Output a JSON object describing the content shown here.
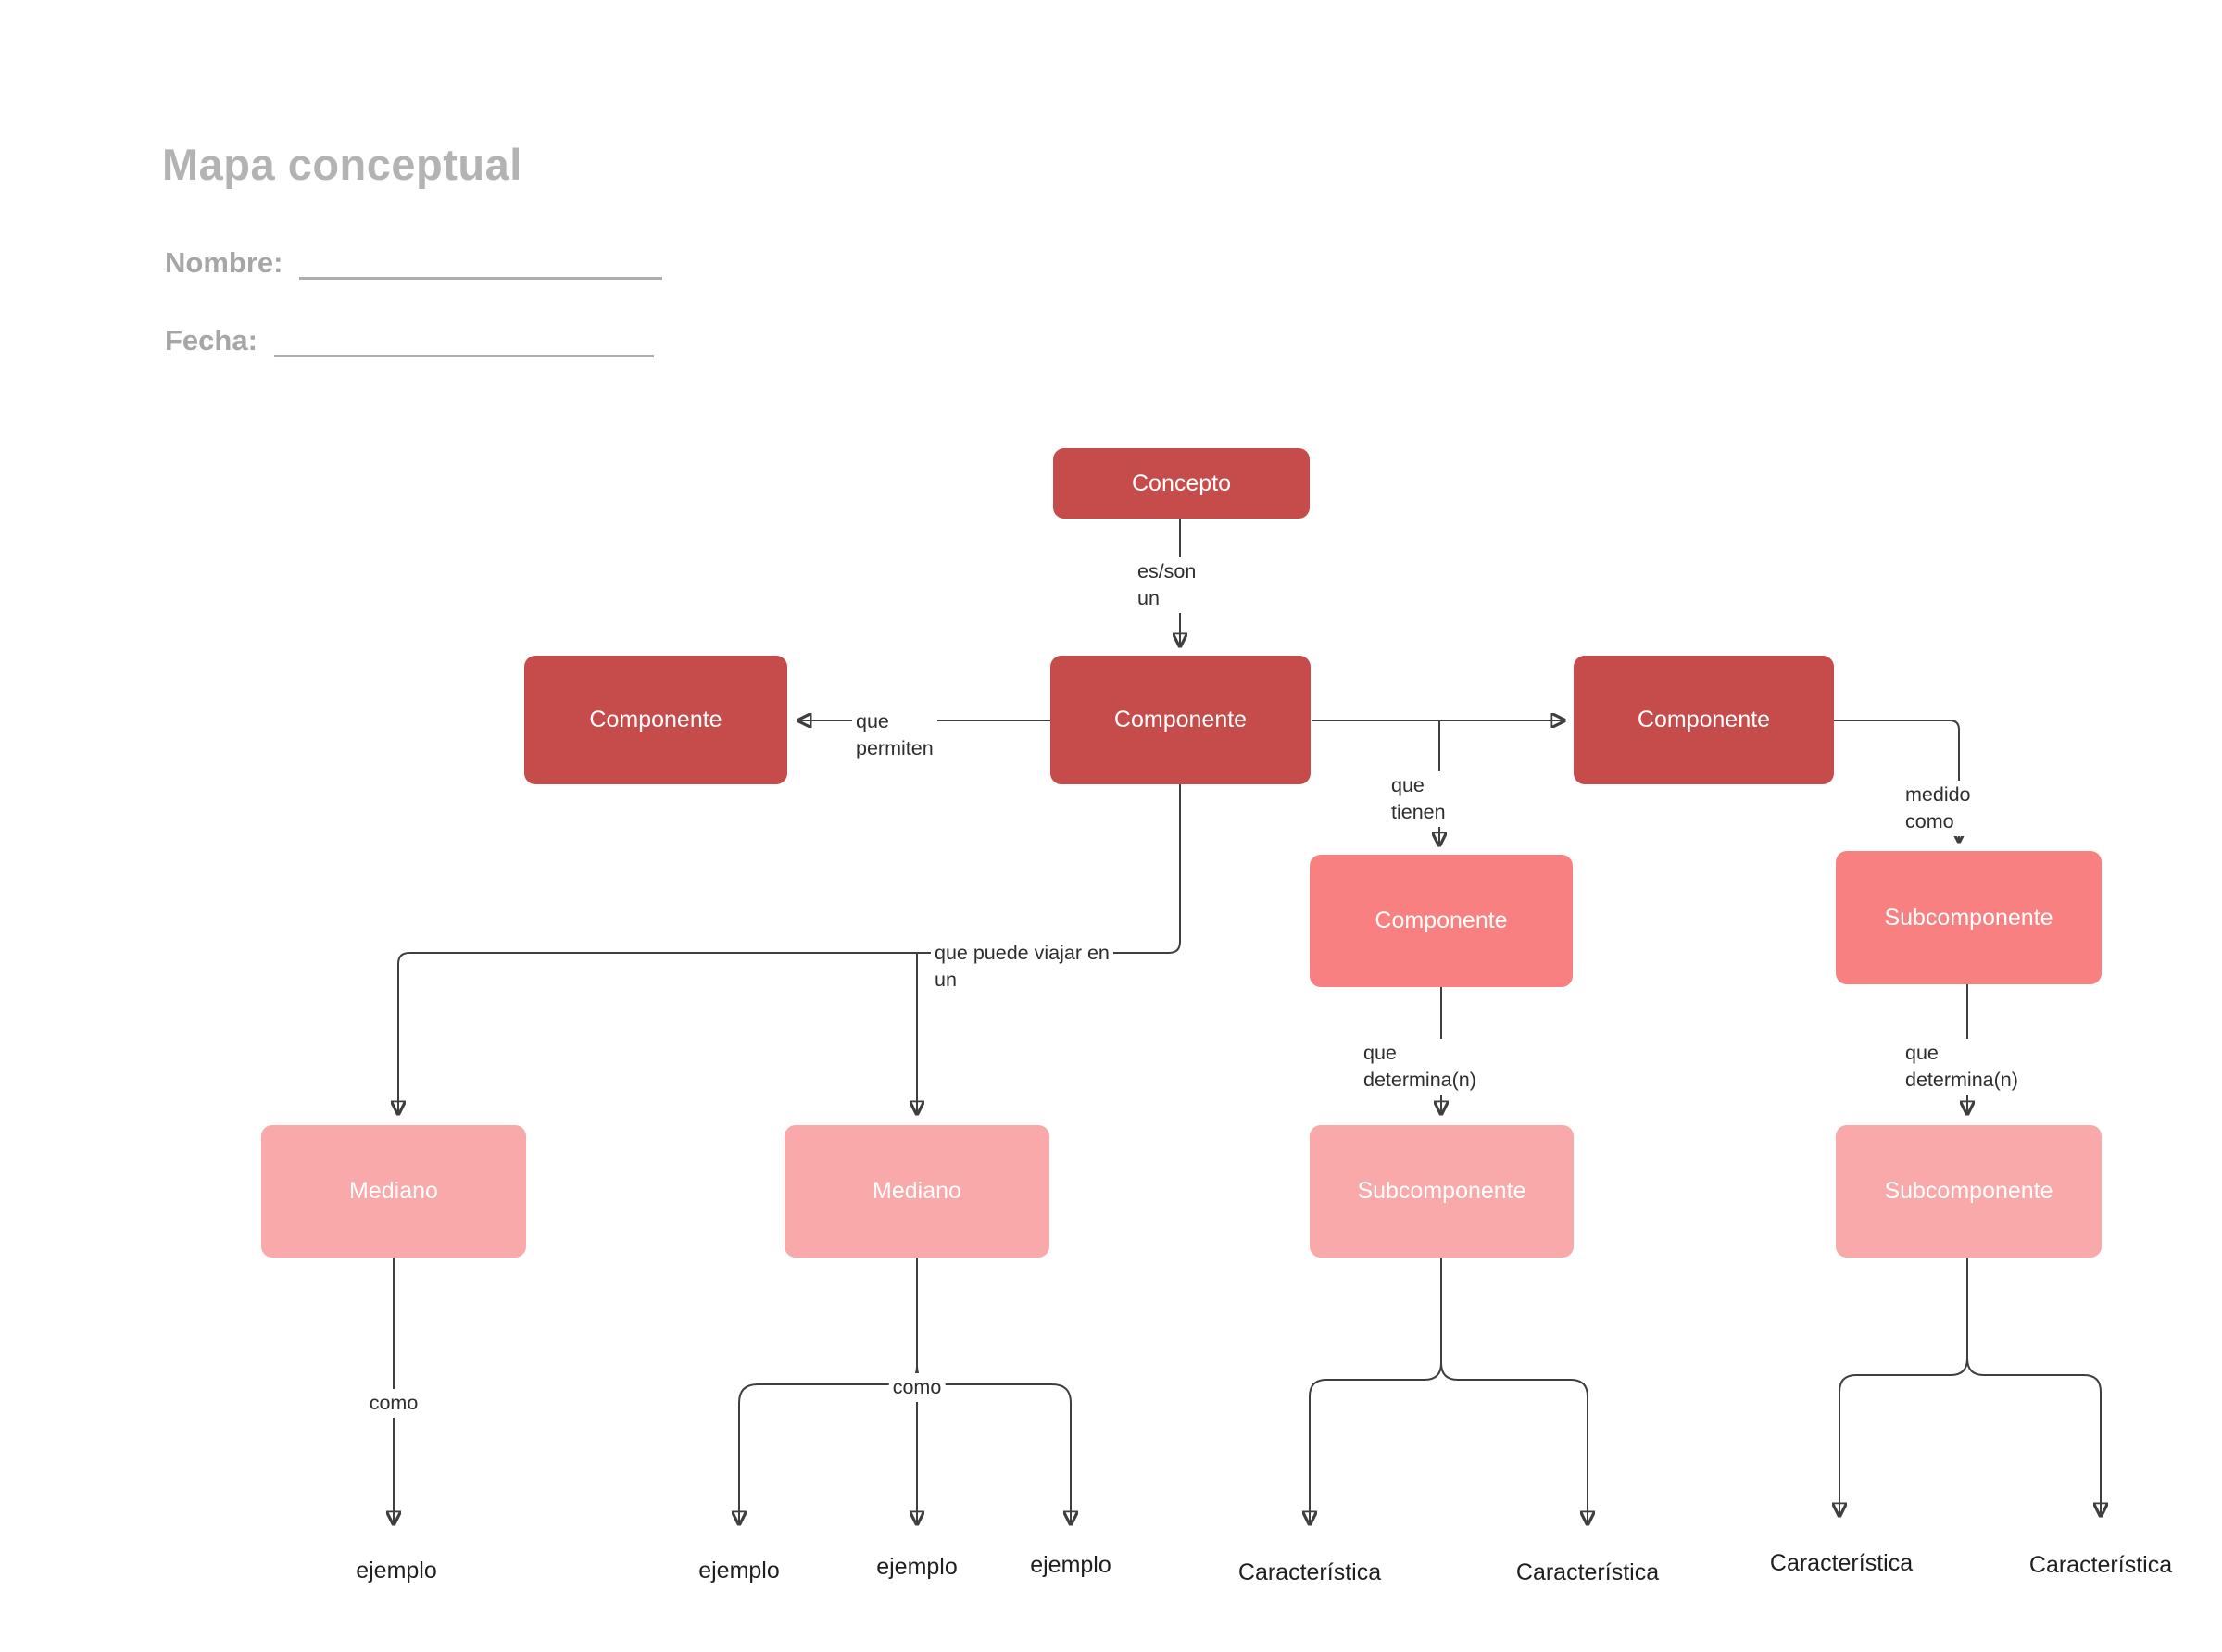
{
  "header": {
    "title": "Mapa conceptual",
    "name_label": "Nombre:",
    "date_label": "Fecha:"
  },
  "colors": {
    "node_dark": "#c64c4c",
    "node_medium": "#f98080",
    "node_light": "#f9a9a9",
    "connector": "#3f3f3f"
  },
  "nodes": {
    "concepto": "Concepto",
    "comp_left": "Componente",
    "comp_center": "Componente",
    "comp_right": "Componente",
    "comp_mid": "Componente",
    "subcomp_mid_right": "Subcomponente",
    "mediano_1": "Mediano",
    "mediano_2": "Mediano",
    "subcomp_bottom_center": "Subcomponente",
    "subcomp_bottom_right": "Subcomponente"
  },
  "edge_labels": {
    "es_son": "es/son\nun",
    "que_permiten": "que\npermiten",
    "que_tienen": "que\ntienen",
    "medido_como": "medido\ncomo",
    "que_puede_viajar": "que puede viajar en\nun",
    "que_determina_center": "que\ndetermina(n)",
    "que_determina_right": "que\ndetermina(n)",
    "como_left": "como",
    "como_center": "como"
  },
  "examples": [
    "ejemplo",
    "ejemplo",
    "ejemplo",
    "ejemplo"
  ],
  "characteristics": [
    "Característica",
    "Característica",
    "Característica",
    "Característica"
  ]
}
